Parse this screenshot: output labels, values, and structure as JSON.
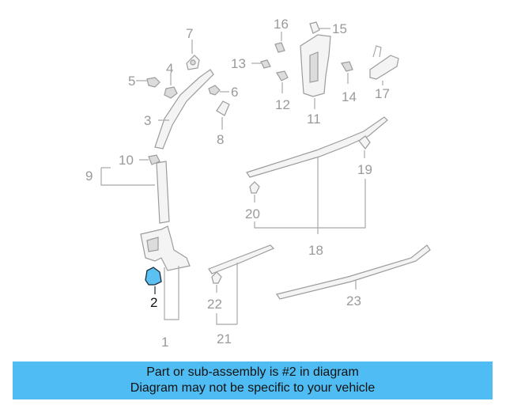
{
  "callouts": {
    "c1": "1",
    "c2": "2",
    "c3": "3",
    "c4": "4",
    "c5": "5",
    "c6": "6",
    "c7": "7",
    "c8": "8",
    "c9": "9",
    "c10": "10",
    "c11": "11",
    "c12": "12",
    "c13": "13",
    "c14": "14",
    "c15": "15",
    "c16": "16",
    "c17": "17",
    "c18": "18",
    "c19": "19",
    "c20": "20",
    "c21": "21",
    "c22": "22",
    "c23": "23"
  },
  "highlighted_part": "2",
  "colors": {
    "highlight": "#5bc0f2",
    "banner": "#4fbdf3",
    "line": "#a8a8a8"
  },
  "footer": {
    "line1": "Part or sub-assembly is #2 in diagram",
    "line2": "Diagram may not be specific to your vehicle"
  }
}
